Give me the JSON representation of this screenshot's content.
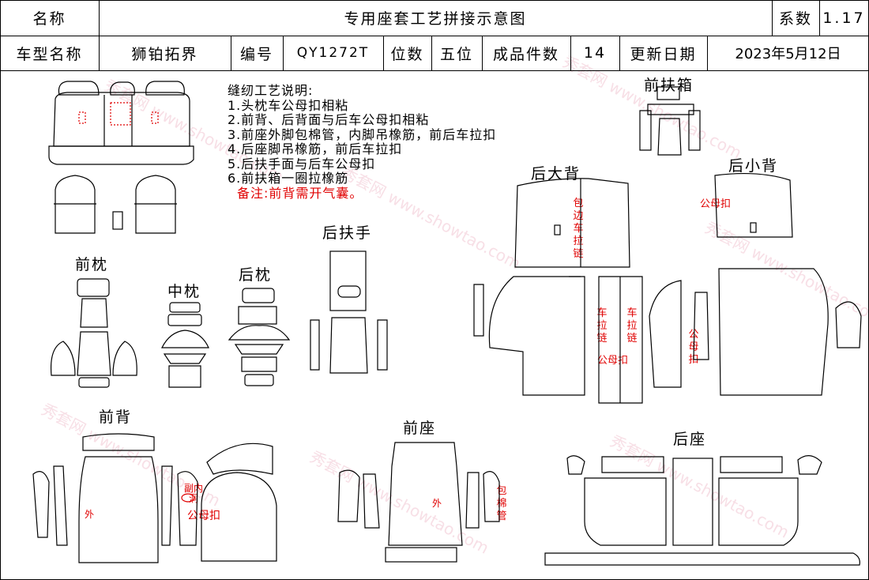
{
  "header": {
    "name_label": "名称",
    "title": "专用座套工艺拼接示意图",
    "coef_label": "系数",
    "coef_value": "1.17",
    "model_label": "车型名称",
    "model_value": "狮铂拓界",
    "code_label": "编号",
    "code_value": "QY1272T",
    "seats_label": "位数",
    "seats_value": "五位",
    "pieces_label": "成品件数",
    "pieces_value": "14",
    "date_label": "更新日期",
    "date_value": "2023年5月12日"
  },
  "notes": {
    "title": "缝纫工艺说明:",
    "items": [
      "1.头枕车公母扣相粘",
      "2.前背、后背面与后车公母扣相粘",
      "3.前座外脚包棉管，内脚吊橡筋，前后车拉扣",
      "4.后座脚吊橡筋，前后车拉扣",
      "5.后扶手面与后车公母扣",
      "6.前扶箱一圈拉橡筋"
    ],
    "remark": "备注:前背需开气囊。"
  },
  "sections": {
    "front_headrest": "前枕",
    "middle_headrest": "中枕",
    "rear_headrest": "后枕",
    "rear_armrest": "后扶手",
    "front_console": "前扶箱",
    "rear_big_back": "后大背",
    "rear_small_back": "后小背",
    "front_back": "前背",
    "front_seat": "前座",
    "rear_seat": "后座"
  },
  "annotations": {
    "wrap_zipper": "包边车拉链",
    "zipper_left": "车拉链",
    "zipper_right": "车拉链",
    "snap_bottom": "公母扣",
    "snap_small_back_top": "公母扣",
    "snap_small_back_side": "公母扣",
    "outer_front_back": "外",
    "side_inner_hole": "副内洞",
    "snap_front_back": "公母扣",
    "outer_front_seat": "外",
    "foam_tube": "包棉管"
  },
  "watermark": "秀套网 www.showtao.com",
  "colors": {
    "line": "#000000",
    "note_red": "#e00000",
    "watermark": "#f2c6d2"
  }
}
